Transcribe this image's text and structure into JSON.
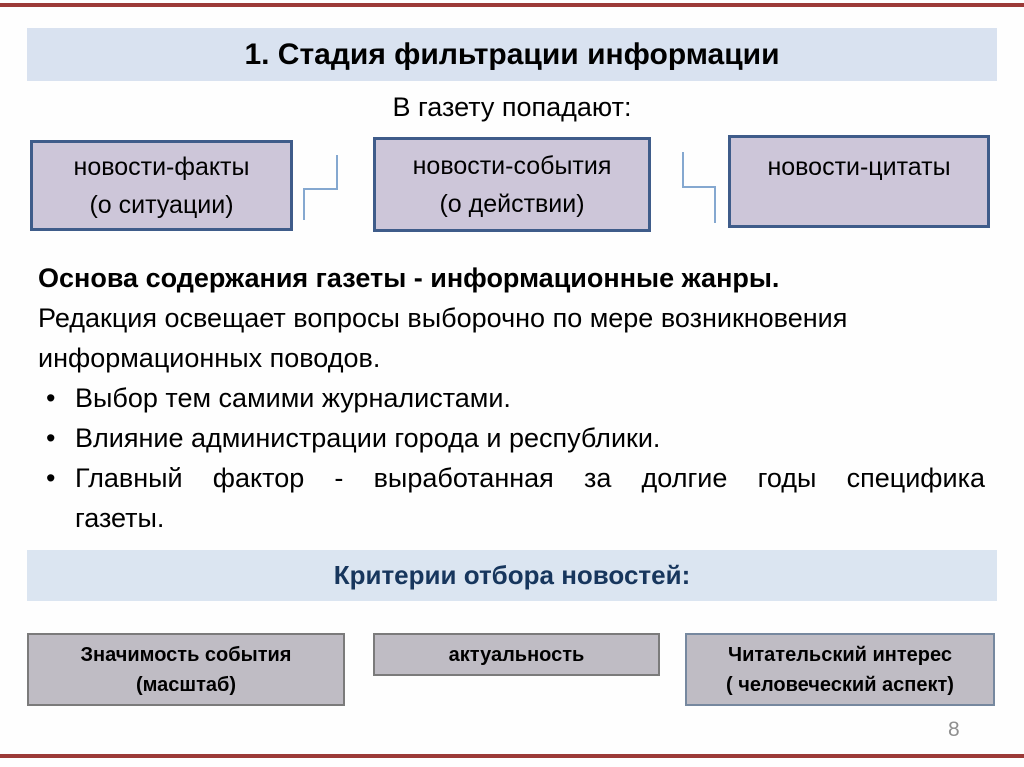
{
  "slide": {
    "title": "1. Стадия фильтрации информации",
    "intro_label": "В газету попадают:",
    "page_number": "8"
  },
  "news_boxes": [
    {
      "line1": "новости-факты",
      "line2": "(о ситуации)"
    },
    {
      "line1": "новости-события",
      "line2": "(о действии)"
    },
    {
      "line1": "новости-цитаты",
      "line2": ""
    }
  ],
  "body": {
    "lead_bold": "Основа содержания газеты  - информационные жанры.",
    "lead_rest": "Редакция освещает вопросы выборочно по мере возникновения информационных поводов.",
    "bullet1": "Выбор тем самими журналистами.",
    "bullet2": "Влияние администрации города и республики.",
    "bullet3_line1": "Главный фактор - выработанная за долгие годы специфика",
    "bullet3_line2": "газеты."
  },
  "criteria": {
    "heading": "Критерии отбора новостей:",
    "boxes": [
      {
        "line1": "Значимость события",
        "line2": "(масштаб)"
      },
      {
        "line1": "актуальность",
        "line2": ""
      },
      {
        "line1": "Читательский интерес",
        "line2": "( человеческий аспект)"
      }
    ]
  },
  "colors": {
    "accent_line": "#9c3a38",
    "header_bg": "#d9e2f0",
    "criteria_bar_bg": "#dbe5f1",
    "criteria_heading_text": "#17365d",
    "news_box_fill": "#cdc6d9",
    "news_box_border": "#3f5c8a",
    "criteria_box_fill": "#bfbcc4",
    "criteria_box_border": "#7b7b7b",
    "connector_line": "#85a8d0",
    "page_number_text": "#8f8f8f"
  }
}
